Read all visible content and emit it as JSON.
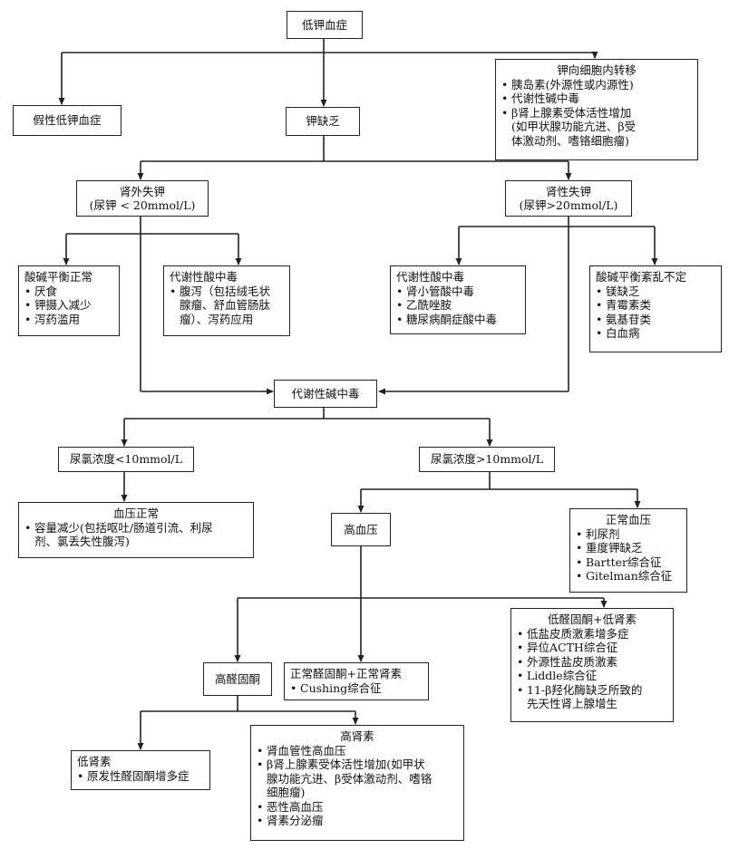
{
  "nodes": {
    "hypokalemia": {
      "title": "低钾血症"
    },
    "pseudo": {
      "title": "假性低钾血症"
    },
    "deficiency": {
      "title": "钾缺乏"
    },
    "shift": {
      "title": "钾向细胞内转移",
      "items": [
        [
          "胰岛素(外源性或内源性)"
        ],
        [
          "代谢性碱中毒"
        ],
        [
          "β肾上腺素受体活性增加",
          "(如甲状腺功能亢进、β受",
          "体激动剂、嗜铬细胞瘤)"
        ]
      ]
    },
    "extrarenal": {
      "title": [
        "肾外失钾",
        "(尿钾 < 20mmol/L)"
      ]
    },
    "renal": {
      "title": [
        "肾性失钾",
        "(尿钾>20mmol/L)"
      ]
    },
    "acidbase_normal": {
      "title": "酸碱平衡正常",
      "items": [
        [
          "厌食"
        ],
        [
          "钾摄入减少"
        ],
        [
          "泻药滥用"
        ]
      ]
    },
    "metab_acidosis_1": {
      "title": "代谢性酸中毒",
      "items": [
        [
          "腹泻（包括绒毛状",
          "腺瘤、舒血管肠肽",
          "瘤）、泻药应用"
        ]
      ]
    },
    "metab_acidosis_2": {
      "title": "代谢性酸中毒",
      "items": [
        [
          "肾小管酸中毒"
        ],
        [
          "乙酰唑胺"
        ],
        [
          "糖尿病酮症酸中毒"
        ]
      ]
    },
    "acidbase_variable": {
      "title": "酸碱平衡紊乱不定",
      "items": [
        [
          "镁缺乏"
        ],
        [
          "青霉素类"
        ],
        [
          "氨基苷类"
        ],
        [
          "白血病"
        ]
      ]
    },
    "metab_alkalosis": {
      "title": "代谢性碱中毒"
    },
    "urine_cl_low": {
      "title": "尿氯浓度<10mmol/L"
    },
    "urine_cl_high": {
      "title": "尿氯浓度>10mmol/L"
    },
    "bp_normal_1": {
      "title": "血压正常",
      "items": [
        [
          "容量减少(包括呕吐/肠道引流、利尿",
          "剂、氯丢失性腹泻)"
        ]
      ]
    },
    "hypertension": {
      "title": "高血压"
    },
    "bp_normal_2": {
      "title": "正常血压",
      "items": [
        [
          "利尿剂"
        ],
        [
          "重度钾缺乏"
        ],
        [
          "Bartter综合征"
        ],
        [
          "Gitelman综合征"
        ]
      ]
    },
    "high_aldo": {
      "title": "高醛固酮"
    },
    "normal_aldo_renin": {
      "title": "正常醛固酮+正常肾素",
      "items": [
        [
          "Cushing综合征"
        ]
      ]
    },
    "low_aldo_renin": {
      "title": "低醛固酮+低肾素",
      "items": [
        [
          "低盐皮质激素增多症"
        ],
        [
          "异位ACTH综合征"
        ],
        [
          "外源性盐皮质激素"
        ],
        [
          "Liddle综合征"
        ],
        [
          "11-β羟化酶缺乏所致的",
          "先天性肾上腺增生"
        ]
      ]
    },
    "low_renin": {
      "title": "低肾素",
      "items": [
        [
          "原发性醛固酮增多症"
        ]
      ]
    },
    "high_renin": {
      "title": "高肾素",
      "items": [
        [
          "肾血管性高血压"
        ],
        [
          "β肾上腺素受体活性增加(如甲状",
          "腺功能亢进、β受体激动剂、嗜铬",
          "细胞瘤)"
        ],
        [
          "恶性高血压"
        ],
        [
          "肾素分泌瘤"
        ]
      ]
    }
  }
}
